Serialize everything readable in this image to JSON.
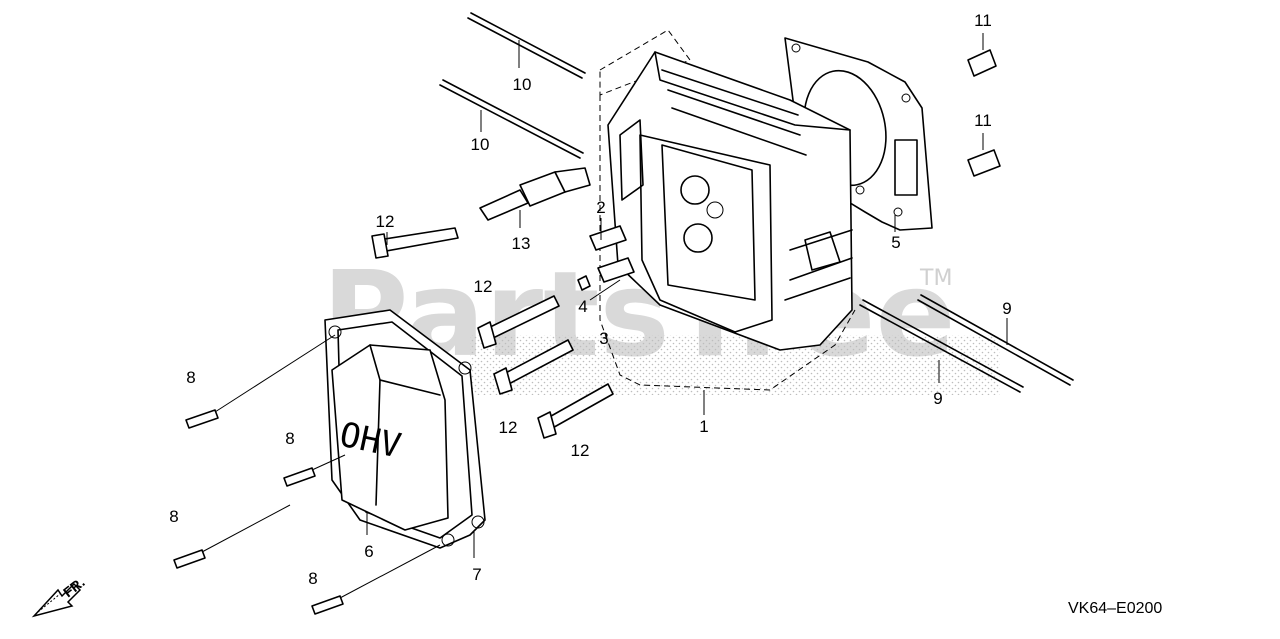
{
  "watermark": {
    "text": "PartsTree",
    "trademark": "TM"
  },
  "diagram_code": "VK64–E0200",
  "front_indicator": "FR.",
  "cover_marking": "OHV",
  "callouts": [
    {
      "id": "c1",
      "label": "1"
    },
    {
      "id": "c2",
      "label": "2"
    },
    {
      "id": "c3",
      "label": "3"
    },
    {
      "id": "c4",
      "label": "4"
    },
    {
      "id": "c5",
      "label": "5"
    },
    {
      "id": "c6",
      "label": "6"
    },
    {
      "id": "c7",
      "label": "7"
    },
    {
      "id": "c8a",
      "label": "8"
    },
    {
      "id": "c8b",
      "label": "8"
    },
    {
      "id": "c8c",
      "label": "8"
    },
    {
      "id": "c8d",
      "label": "8"
    },
    {
      "id": "c9a",
      "label": "9"
    },
    {
      "id": "c9b",
      "label": "9"
    },
    {
      "id": "c10a",
      "label": "10"
    },
    {
      "id": "c10b",
      "label": "10"
    },
    {
      "id": "c11a",
      "label": "11"
    },
    {
      "id": "c11b",
      "label": "11"
    },
    {
      "id": "c12a",
      "label": "12"
    },
    {
      "id": "c12b",
      "label": "12"
    },
    {
      "id": "c12c",
      "label": "12"
    },
    {
      "id": "c12d",
      "label": "12"
    },
    {
      "id": "c13",
      "label": "13"
    }
  ]
}
